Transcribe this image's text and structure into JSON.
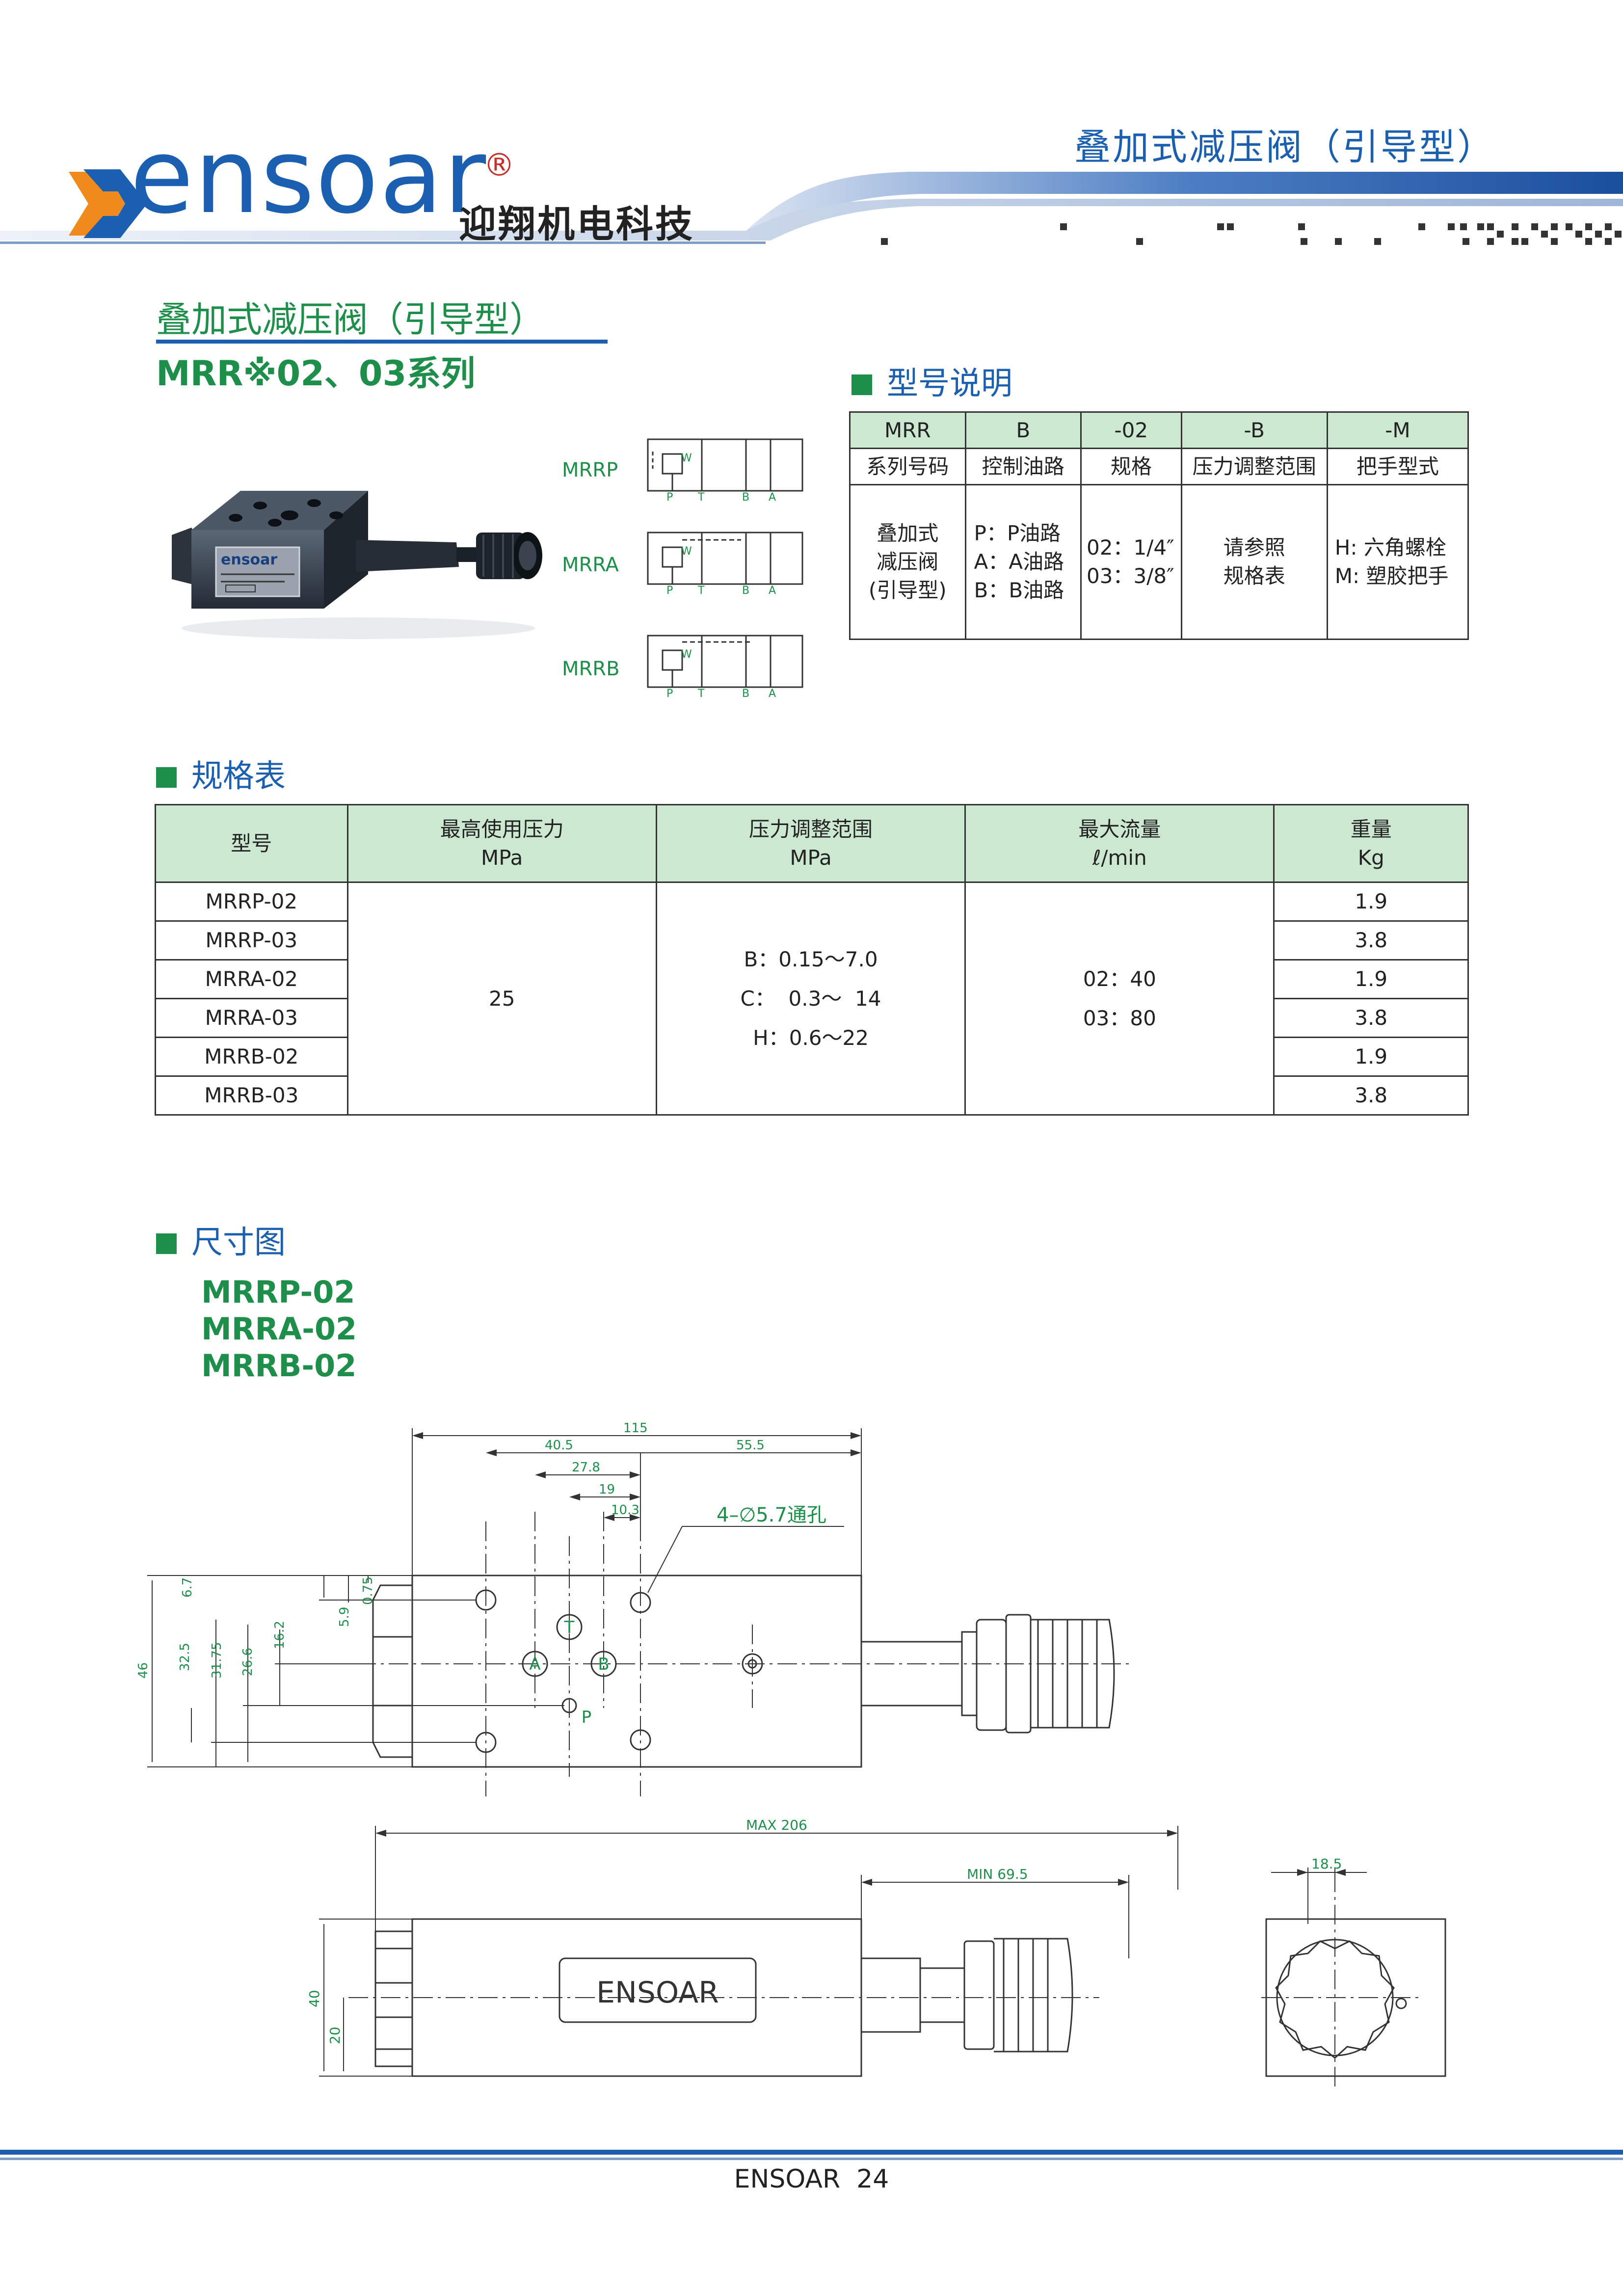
{
  "header": {
    "brand_logo": "ensoar",
    "brand_mark": "®",
    "brand_cn": "迎翔机电科技",
    "page_title": "叠加式减压阀（引导型）"
  },
  "title": {
    "main": "叠加式减压阀（引导型）",
    "series": "MRR※02、03系列"
  },
  "product": {
    "nameplate_brand": "ensoar",
    "variants": [
      "MRRP",
      "MRRA",
      "MRRB"
    ],
    "port_labels": [
      "P",
      "T",
      "B",
      "A"
    ],
    "symbol_letter": "W"
  },
  "model_code": {
    "section_title": "型号说明",
    "codes": [
      "MRR",
      "B",
      "-02",
      "-B",
      "-M"
    ],
    "meanings": [
      "系列号码",
      "控制油路",
      "规格",
      "压力调整范围",
      "把手型式"
    ],
    "details": {
      "series": [
        "叠加式",
        "减压阀",
        "(引导型)"
      ],
      "control": [
        "P：P油路",
        "A：A油路",
        "B：B油路"
      ],
      "size": [
        "02：1/4″",
        "03：3/8″"
      ],
      "pressure": [
        "请参照",
        "规格表"
      ],
      "handle": [
        "H: 六角螺栓",
        "M: 塑胶把手"
      ]
    }
  },
  "spec": {
    "section_title": "规格表",
    "headers": [
      [
        "型号"
      ],
      [
        "最高使用压力",
        "MPa"
      ],
      [
        "压力调整范围",
        "MPa"
      ],
      [
        "最大流量",
        "ℓ/min"
      ],
      [
        "重量",
        "Kg"
      ]
    ],
    "models": [
      "MRRP-02",
      "MRRP-03",
      "MRRA-02",
      "MRRA-03",
      "MRRB-02",
      "MRRB-03"
    ],
    "max_pressure": "25",
    "pressure_range": [
      "B：0.15～7.0",
      "C：  0.3～  14",
      "H：0.6～22"
    ],
    "max_flow": [
      "02：40",
      "03：80"
    ],
    "weights": [
      "1.9",
      "3.8",
      "1.9",
      "3.8",
      "1.9",
      "3.8"
    ]
  },
  "dimensions": {
    "section_title": "尺寸图",
    "models": [
      "MRRP-02",
      "MRRA-02",
      "MRRB-02"
    ],
    "top_dims": [
      "115",
      "40.5",
      "55.5",
      "27.8",
      "19",
      "10.3"
    ],
    "hole_note": "4–∅5.7通孔",
    "left_dims": [
      "46",
      "32.5",
      "31.75",
      "26.6",
      "16.2",
      "6.7",
      "5.9",
      "0.75"
    ],
    "port_letters": [
      "T",
      "A",
      "B",
      "P"
    ],
    "side_dims": [
      "MAX  206",
      "MIN  69.5",
      "40",
      "20",
      "18.5"
    ],
    "body_label": "ENSOAR"
  },
  "footer": {
    "text": "ENSOAR  24"
  },
  "colors": {
    "accent_blue": "#1a5fb0",
    "accent_green": "#1e8f4a",
    "table_header": "#cce8d0",
    "logo_orange": "#f08a1c"
  }
}
